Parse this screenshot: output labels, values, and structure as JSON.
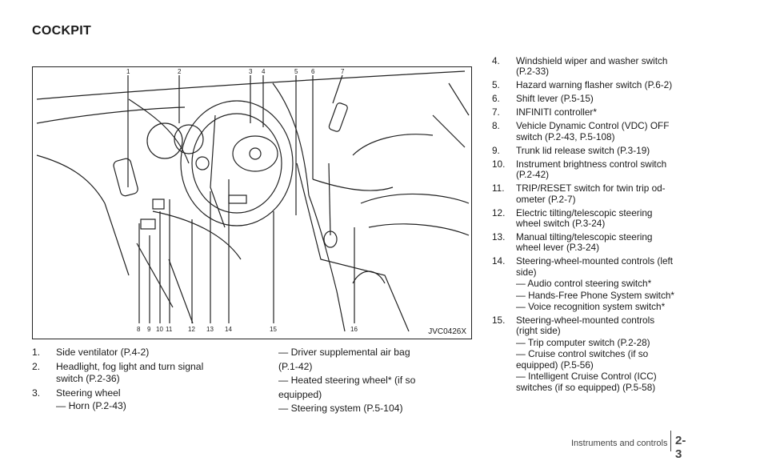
{
  "page": {
    "heading": "COCKPIT",
    "figure_code": "JVC0426X",
    "callouts": [
      "1",
      "2",
      "3",
      "4",
      "5",
      "6",
      "7",
      "8",
      "9",
      "10",
      "11",
      "12",
      "13",
      "14",
      "15",
      "16"
    ],
    "footer_section": "Instruments and controls",
    "footer_page": "2-3"
  },
  "col1": {
    "items": [
      {
        "num": "1.",
        "lines": [
          "Side ventilator (P.4-2)"
        ]
      },
      {
        "num": "2.",
        "lines": [
          "Headlight, fog light and turn signal",
          "switch (P.2-36)"
        ]
      },
      {
        "num": "3.",
        "lines": [
          "Steering wheel"
        ],
        "subs": [
          "— Horn (P.2-43)"
        ]
      }
    ]
  },
  "col2": {
    "entries": [
      "— Driver supplemental air bag",
      "(P.1-42)",
      "— Heated steering wheel* (if so",
      "equipped)",
      "— Steering system (P.5-104)"
    ]
  },
  "col3": {
    "items": [
      {
        "num": "4.",
        "lines": [
          "Windshield wiper and washer switch",
          "(P.2-33)"
        ]
      },
      {
        "num": "5.",
        "lines": [
          "Hazard warning flasher switch (P.6-2)"
        ]
      },
      {
        "num": "6.",
        "lines": [
          "Shift lever (P.5-15)"
        ]
      },
      {
        "num": "7.",
        "lines": [
          "INFINITI controller*"
        ]
      },
      {
        "num": "8.",
        "lines": [
          "Vehicle Dynamic Control (VDC) OFF",
          "switch (P.2-43, P.5-108)"
        ]
      },
      {
        "num": "9.",
        "lines": [
          "Trunk lid release switch (P.3-19)"
        ]
      },
      {
        "num": "10.",
        "lines": [
          "Instrument brightness control switch",
          "(P.2-42)"
        ]
      },
      {
        "num": "11.",
        "lines": [
          "TRIP/RESET switch for twin trip od-",
          "ometer (P.2-7)"
        ]
      },
      {
        "num": "12.",
        "lines": [
          "Electric tilting/telescopic steering",
          "wheel switch (P.3-24)"
        ]
      },
      {
        "num": "13.",
        "lines": [
          "Manual tilting/telescopic steering",
          "wheel lever (P.3-24)"
        ]
      },
      {
        "num": "14.",
        "lines": [
          "Steering-wheel-mounted controls (left",
          "side)"
        ],
        "subs": [
          "— Audio control steering switch*",
          "— Hands-Free Phone System switch*",
          "— Voice recognition system switch*"
        ]
      },
      {
        "num": "15.",
        "lines": [
          "Steering-wheel-mounted controls",
          "(right side)"
        ],
        "subs": [
          "— Trip computer switch (P.2-28)"
        ],
        "tail": [
          "— Cruise control switches (if so",
          "equipped) (P.5-56)",
          "— Intelligent Cruise Control (ICC)",
          "switches (if so equipped) (P.5-58)"
        ]
      }
    ]
  }
}
